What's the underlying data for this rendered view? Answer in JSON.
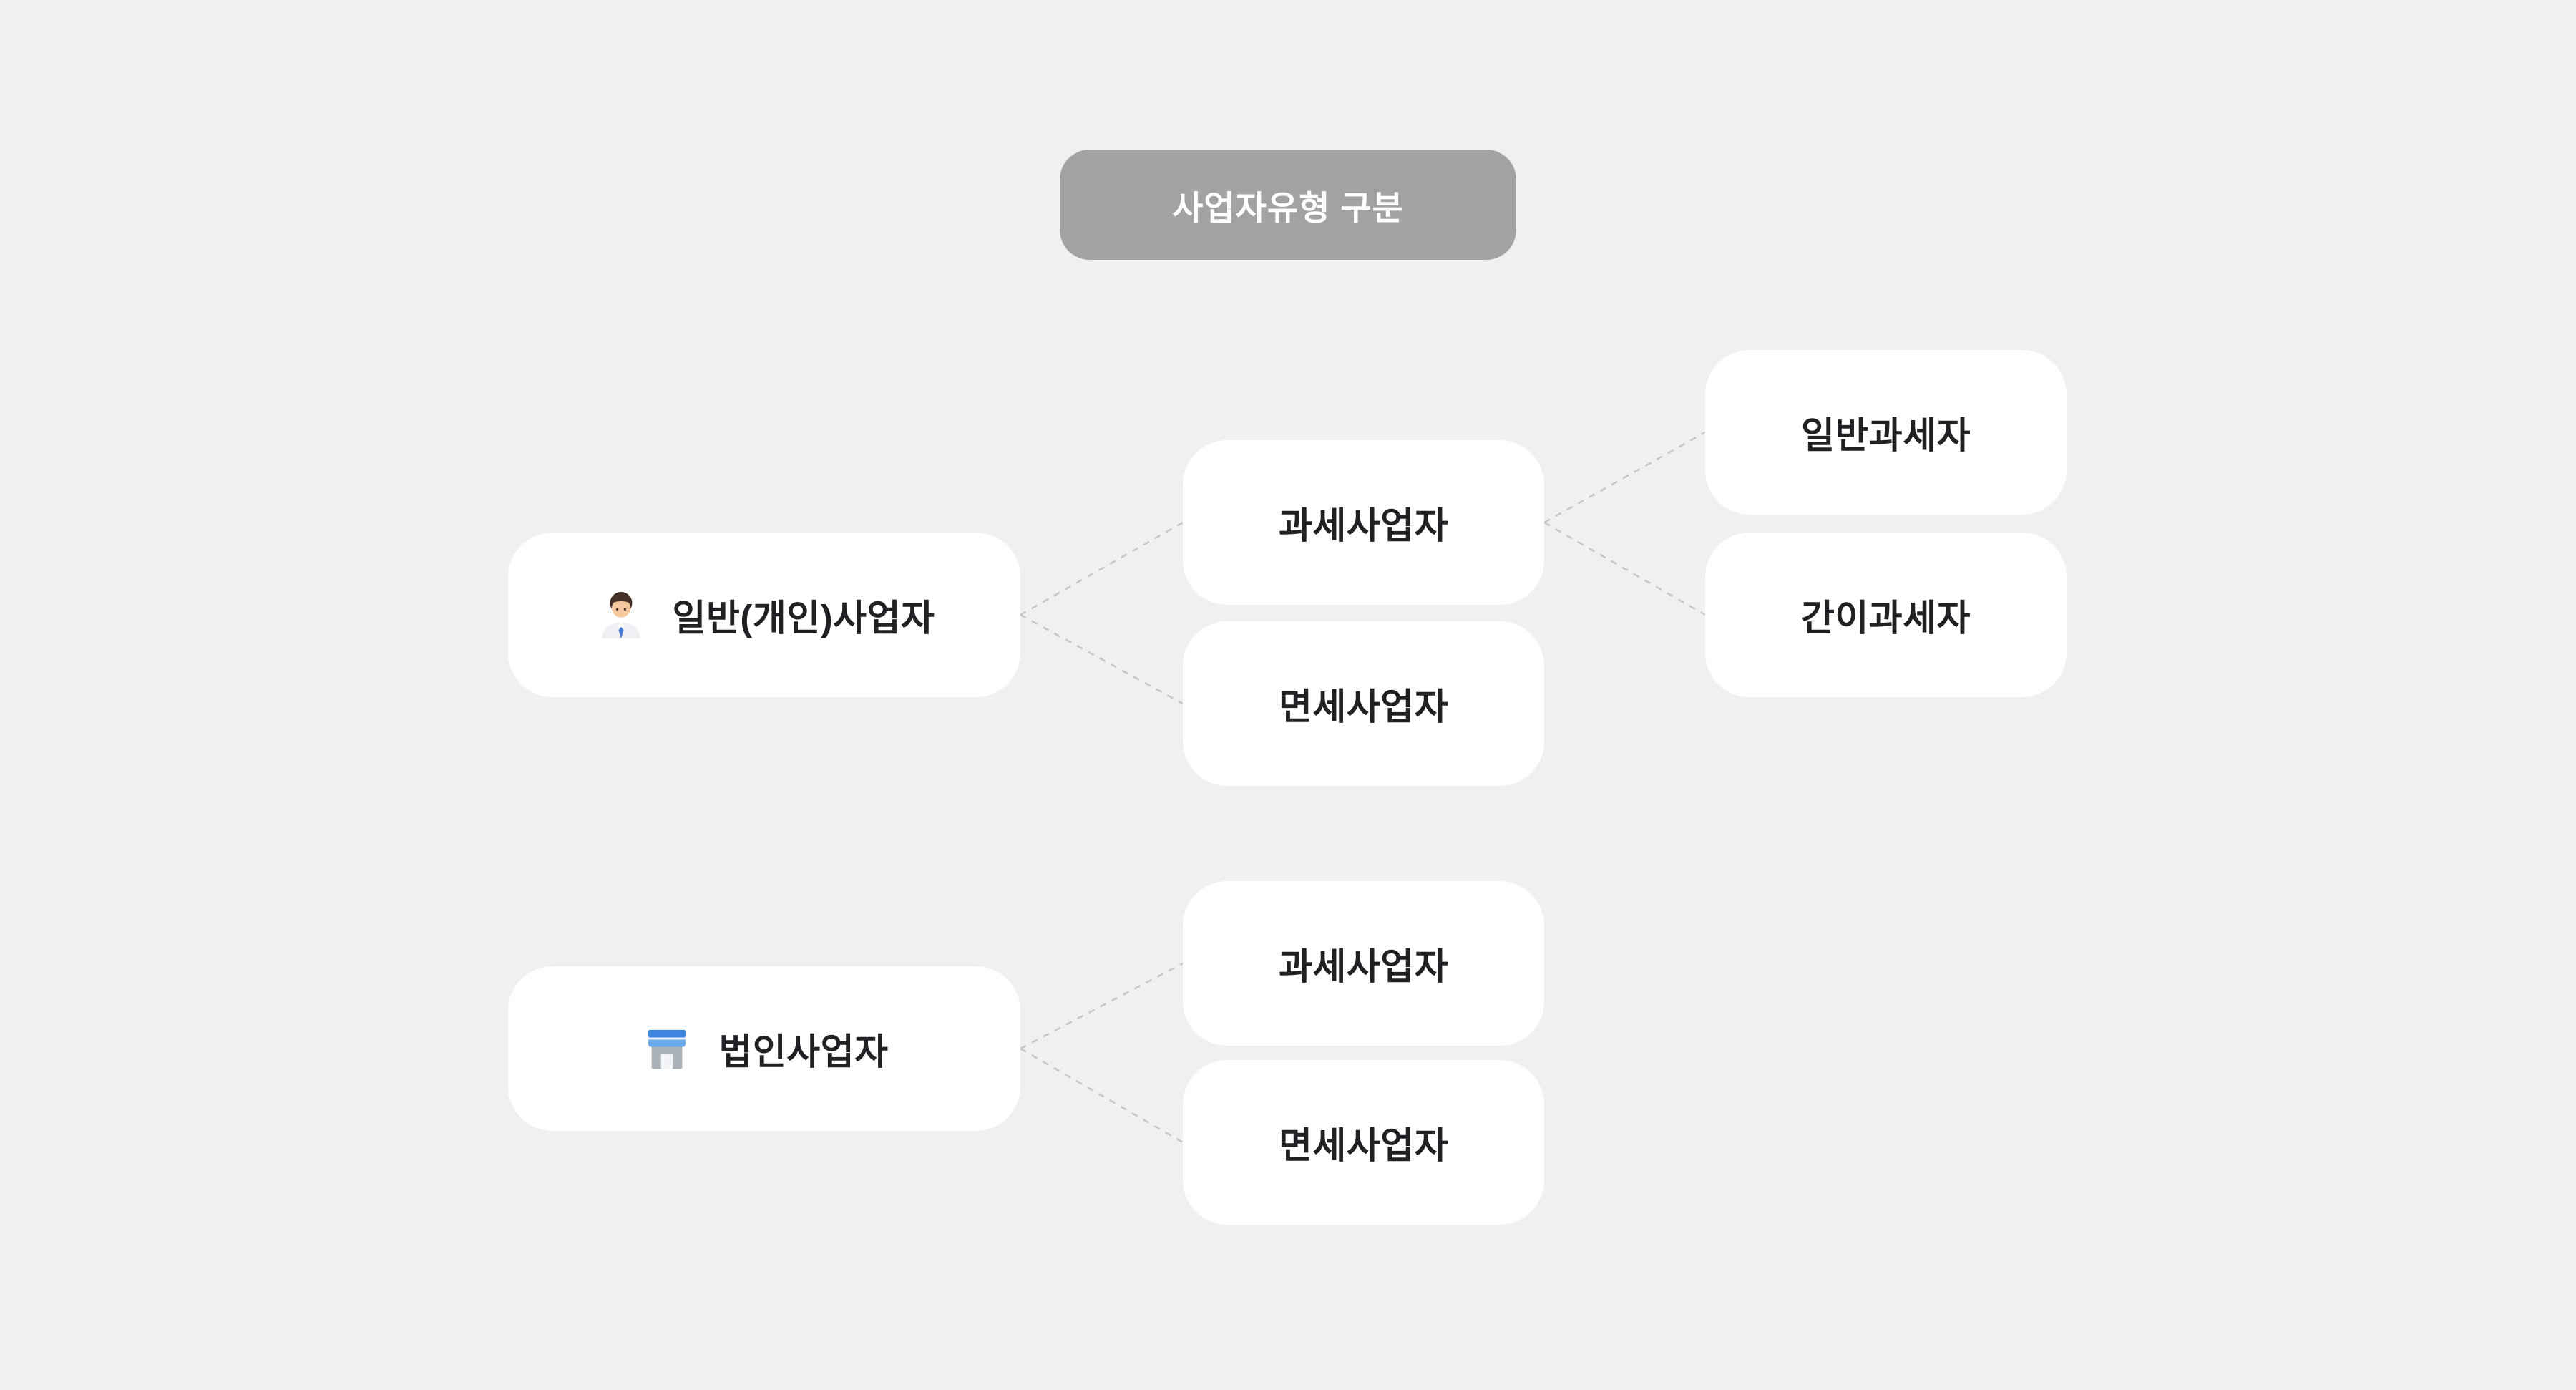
{
  "header": {
    "title": "사업자유형 구분"
  },
  "nodes": {
    "individual": {
      "label": "일반(개인)사업자",
      "icon": "person-icon"
    },
    "corporate": {
      "label": "법인사업자",
      "icon": "store-icon"
    },
    "taxable_1": {
      "label": "과세사업자"
    },
    "exempt_1": {
      "label": "면세사업자"
    },
    "general": {
      "label": "일반과세자"
    },
    "simplified": {
      "label": "간이과세자"
    },
    "taxable_2": {
      "label": "과세사업자"
    },
    "exempt_2": {
      "label": "면세사업자"
    }
  },
  "colors": {
    "background": "#f0f0ef",
    "badge_bg": "#a2a2a2",
    "badge_text": "#ffffff",
    "node_bg": "#ffffff",
    "node_text": "#1f2125",
    "connector": "#c6c6c6"
  }
}
